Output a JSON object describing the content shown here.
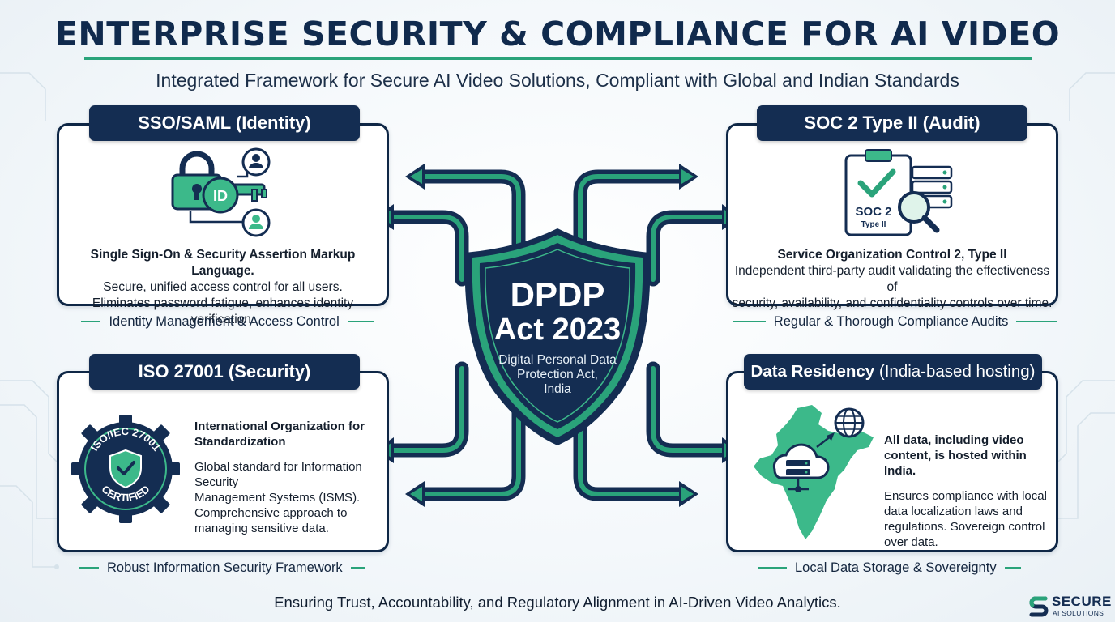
{
  "header": {
    "title": "ENTERPRISE SECURITY & COMPLIANCE FOR AI VIDEO",
    "subtitle": "Integrated Framework for Secure AI Video Solutions, Compliant with Global and Indian Standards"
  },
  "center": {
    "line1": "DPDP",
    "line2": "Act 2023",
    "description": [
      "Digital Personal Data",
      "Protection Act,",
      "India"
    ]
  },
  "panels": {
    "sso": {
      "tab": "SSO/SAML (Identity)",
      "icon_text": "ID",
      "heading": "Single Sign-On & Security Assertion Markup Language.",
      "lines": [
        "Secure, unified access control for all users.",
        "Eliminates password fatigue, enhances identity verification."
      ],
      "caption": "Identity Management & Access Control"
    },
    "soc2": {
      "tab": "SOC 2 Type II (Audit)",
      "icon_text_1": "SOC 2",
      "icon_text_2": "Type II",
      "heading": "Service Organization Control 2, Type II",
      "lines": [
        "Independent third-party audit validating the effectiveness of",
        "security, availability, and confidentiality controls over time."
      ],
      "caption": "Regular & Thorough Compliance Audits"
    },
    "iso": {
      "tab": "ISO 27001 (Security)",
      "badge_top": "ISO/IEC 27001",
      "badge_bottom": "CERTIFIED",
      "heading_lines": [
        "International Organization for",
        "Standardization"
      ],
      "lines": [
        "Global standard for Information",
        "Security",
        "Management Systems (ISMS).",
        "Comprehensive approach to",
        "managing sensitive data."
      ],
      "caption": "Robust Information Security Framework"
    },
    "residency": {
      "tab_bold": "Data Residency",
      "tab_light": "(India-based hosting)",
      "heading_lines": [
        "All data, including video",
        "content, is hosted within India."
      ],
      "lines": [
        "Ensures compliance with local",
        "data localization laws and",
        "regulations. Sovereign control",
        "over data."
      ],
      "caption": "Local Data Storage & Sovereignty"
    }
  },
  "footer": {
    "text": "Ensuring Trust, Accountability, and Regulatory Alignment in AI-Driven Video Analytics."
  },
  "logo": {
    "name": "SECURE",
    "tagline": "AI SOLUTIONS"
  },
  "colors": {
    "navy": "#142d52",
    "green": "#2aa37a",
    "light_green": "#3cb98a"
  }
}
